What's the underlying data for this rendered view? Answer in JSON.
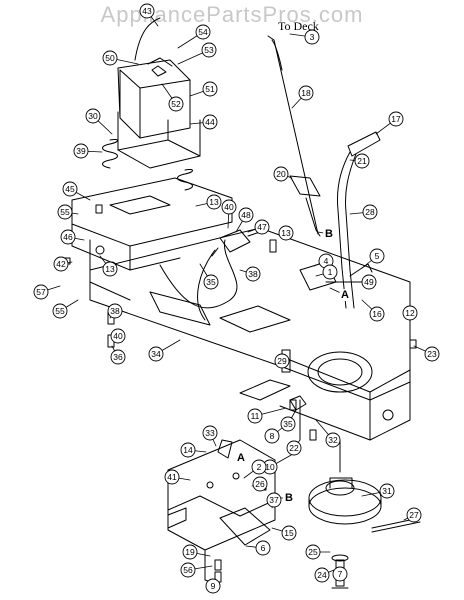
{
  "watermark": "AppliancePartsPros.com",
  "deck_label": "To Deck",
  "callouts": [
    {
      "label": "43",
      "kind": "circle"
    },
    {
      "label": "54",
      "kind": "circle"
    },
    {
      "label": "53",
      "kind": "circle"
    },
    {
      "label": "50",
      "kind": "circle"
    },
    {
      "label": "3",
      "kind": "circle"
    },
    {
      "label": "51",
      "kind": "circle"
    },
    {
      "label": "52",
      "kind": "circle"
    },
    {
      "label": "18",
      "kind": "circle"
    },
    {
      "label": "44",
      "kind": "circle"
    },
    {
      "label": "17",
      "kind": "circle"
    },
    {
      "label": "30",
      "kind": "circle"
    },
    {
      "label": "21",
      "kind": "circle"
    },
    {
      "label": "39",
      "kind": "circle"
    },
    {
      "label": "20",
      "kind": "circle"
    },
    {
      "label": "28",
      "kind": "circle"
    },
    {
      "label": "45",
      "kind": "circle"
    },
    {
      "label": "13",
      "kind": "circle"
    },
    {
      "label": "40",
      "kind": "circle"
    },
    {
      "label": "48",
      "kind": "circle"
    },
    {
      "label": "55",
      "kind": "circle"
    },
    {
      "label": "47",
      "kind": "circle"
    },
    {
      "label": "13",
      "kind": "circle"
    },
    {
      "label": "B",
      "kind": "letter"
    },
    {
      "label": "46",
      "kind": "circle"
    },
    {
      "label": "4",
      "kind": "circle"
    },
    {
      "label": "5",
      "kind": "circle"
    },
    {
      "label": "1",
      "kind": "circle"
    },
    {
      "label": "42",
      "kind": "circle"
    },
    {
      "label": "13",
      "kind": "circle"
    },
    {
      "label": "38",
      "kind": "circle"
    },
    {
      "label": "49",
      "kind": "circle"
    },
    {
      "label": "A",
      "kind": "letter"
    },
    {
      "label": "57",
      "kind": "circle"
    },
    {
      "label": "35",
      "kind": "circle"
    },
    {
      "label": "16",
      "kind": "circle"
    },
    {
      "label": "55",
      "kind": "circle"
    },
    {
      "label": "38",
      "kind": "circle"
    },
    {
      "label": "12",
      "kind": "circle"
    },
    {
      "label": "40",
      "kind": "circle"
    },
    {
      "label": "36",
      "kind": "circle"
    },
    {
      "label": "23",
      "kind": "circle"
    },
    {
      "label": "34",
      "kind": "circle"
    },
    {
      "label": "29",
      "kind": "circle"
    },
    {
      "label": "11",
      "kind": "circle"
    },
    {
      "label": "8",
      "kind": "circle"
    },
    {
      "label": "35",
      "kind": "circle"
    },
    {
      "label": "32",
      "kind": "circle"
    },
    {
      "label": "22",
      "kind": "circle"
    },
    {
      "label": "33",
      "kind": "circle"
    },
    {
      "label": "14",
      "kind": "circle"
    },
    {
      "label": "10",
      "kind": "circle"
    },
    {
      "label": "A",
      "kind": "letter"
    },
    {
      "label": "2",
      "kind": "circle"
    },
    {
      "label": "26",
      "kind": "circle"
    },
    {
      "label": "41",
      "kind": "circle"
    },
    {
      "label": "B",
      "kind": "letter"
    },
    {
      "label": "31",
      "kind": "circle"
    },
    {
      "label": "37",
      "kind": "circle"
    },
    {
      "label": "27",
      "kind": "circle"
    },
    {
      "label": "15",
      "kind": "circle"
    },
    {
      "label": "19",
      "kind": "circle"
    },
    {
      "label": "6",
      "kind": "circle"
    },
    {
      "label": "25",
      "kind": "circle"
    },
    {
      "label": "56",
      "kind": "circle"
    },
    {
      "label": "24",
      "kind": "circle"
    },
    {
      "label": "7",
      "kind": "circle"
    },
    {
      "label": "9",
      "kind": "circle"
    }
  ]
}
